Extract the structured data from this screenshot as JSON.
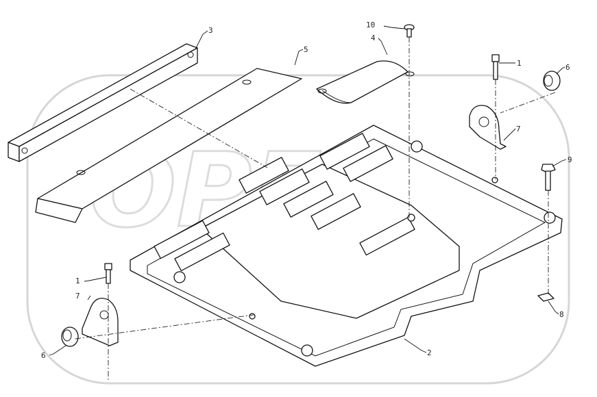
{
  "watermark": "OPEX",
  "callouts": [
    {
      "id": "c1a",
      "text": "1"
    },
    {
      "id": "c1b",
      "text": "1"
    },
    {
      "id": "c2",
      "text": "2"
    },
    {
      "id": "c3",
      "text": "3"
    },
    {
      "id": "c4",
      "text": "4"
    },
    {
      "id": "c5",
      "text": "5"
    },
    {
      "id": "c6a",
      "text": "6"
    },
    {
      "id": "c6b",
      "text": "6"
    },
    {
      "id": "c7a",
      "text": "7"
    },
    {
      "id": "c7b",
      "text": "7"
    },
    {
      "id": "c8",
      "text": "8"
    },
    {
      "id": "c9",
      "text": "9"
    },
    {
      "id": "c10",
      "text": "10"
    }
  ]
}
